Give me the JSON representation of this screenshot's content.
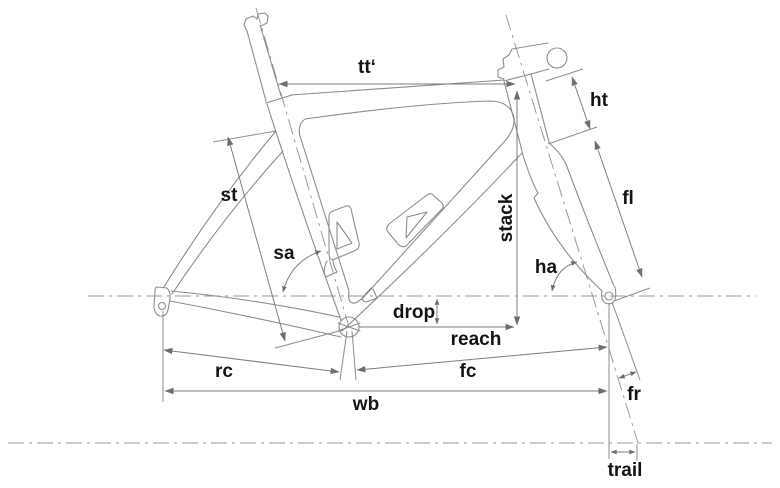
{
  "labels": {
    "tt": "tt‘",
    "ht": "ht",
    "st": "st",
    "fl": "fl",
    "sa": "sa",
    "stack": "stack",
    "ha": "ha",
    "drop": "drop",
    "reach": "reach",
    "rc": "rc",
    "fc": "fc",
    "fr": "fr",
    "wb": "wb",
    "trail": "trail"
  },
  "colors": {
    "line": "#8c8c8c",
    "reference_line": "#9a9a9a",
    "arrow": "#6e6e6e",
    "label": "#141414",
    "background": "#ffffff"
  }
}
